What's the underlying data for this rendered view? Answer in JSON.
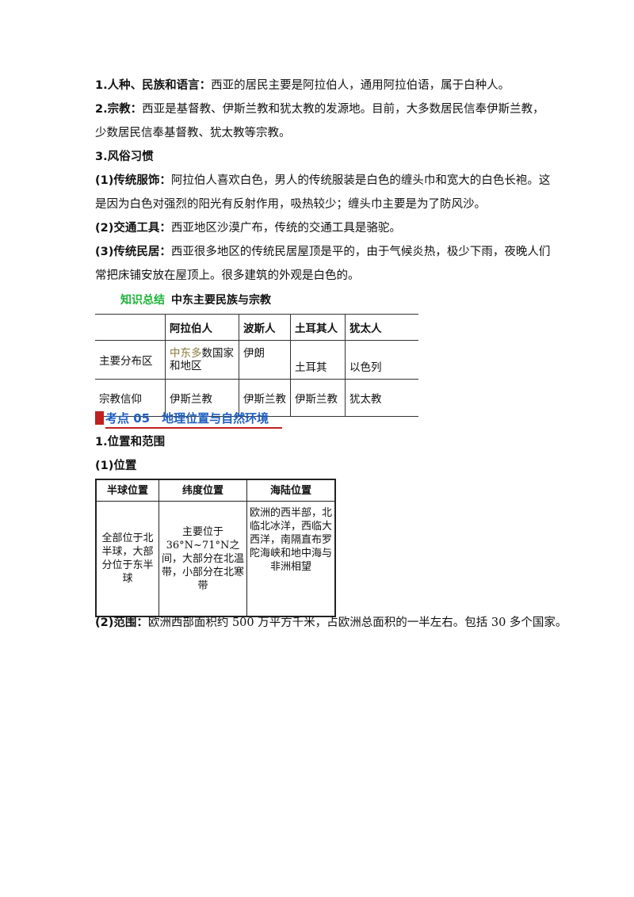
{
  "paragraphs": {
    "p1_head": "1.人种、民族和语言：",
    "p1_body": "西亚的居民主要是阿拉伯人，通用阿拉伯语，属于白种人。",
    "p2_head": "2.宗教：",
    "p2_body": "西亚是基督教、伊斯兰教和犹太教的发源地。目前，大多数居民信奉伊斯兰教，",
    "p2_cont": "少数居民信奉基督教、犹太教等宗教。",
    "p3_head": "3.风俗习惯",
    "p4_head": "(1)传统服饰：",
    "p4_body": "阿拉伯人喜欢白色，男人的传统服装是白色的缠头巾和宽大的白色长袍。这",
    "p4_cont": "是因为白色对强烈的阳光有反射作用，吸热较少；缠头巾主要是为了防风沙。",
    "p5_head": "(2)交通工具：",
    "p5_body": "西亚地区沙漠广布，传统的交通工具是骆驼。",
    "p6_head": "(3)传统民居：",
    "p6_body": "西亚很多地区的传统民居屋顶是平的，由于气候炎热，极少下雨，夜晚人们",
    "p6_cont": "常把床铺安放在屋顶上。很多建筑的外观是白色的。"
  },
  "summary": {
    "label": "知识总结",
    "title": "中东主要民族与宗教"
  },
  "table1": {
    "headers": [
      "",
      "阿拉伯人",
      "波斯人",
      "土耳其人",
      "犹太人"
    ],
    "row1": {
      "label": "主要分布区",
      "arab_highlight": "中东多",
      "arab_rest": "数国家和地区",
      "persian": "伊朗",
      "turkish": "土耳其",
      "jewish": "以色列"
    },
    "row2": {
      "label": "宗教信仰",
      "arab": "伊斯兰教",
      "persian": "伊斯兰教",
      "turkish": "伊斯兰教",
      "jewish": "犹太教"
    }
  },
  "section": {
    "title": "考点 05　地理位置与自然环境",
    "accent_color": "#c0201e",
    "title_color": "#1f5fbf"
  },
  "sub": {
    "s1": "1.位置和范围",
    "s2": "(1)位置"
  },
  "table2": {
    "headers": [
      "半球位置",
      "纬度位置",
      "海陆位置"
    ],
    "hemisphere": "全部位于北半球，大部分位于东半球",
    "latitude": "主要位于36°N~71°N之间，大部分在北温带，小部分在北寒带",
    "land_sea": "欧洲的西半部，北临北冰洋，西临大西洋，南隔直布罗陀海峡和地中海与非洲相望"
  },
  "range": {
    "head": "(2)范围：",
    "body": "欧洲西部面积约 500 万平方千米，占欧洲总面积的一半左右。包括 30 多个国家。"
  }
}
